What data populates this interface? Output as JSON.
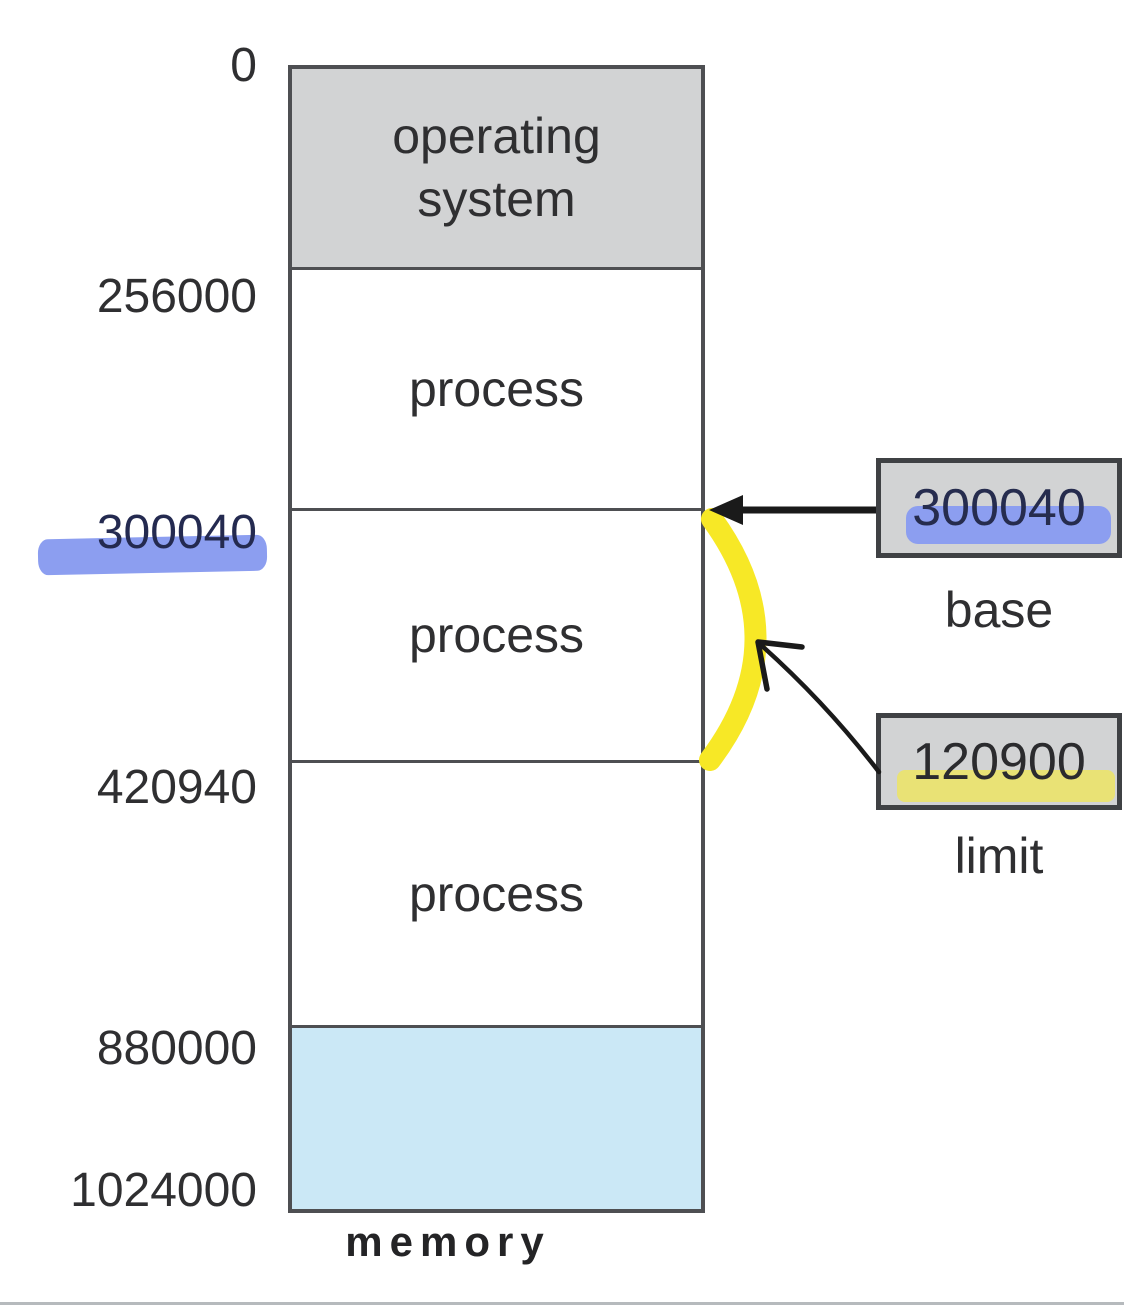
{
  "diagram": {
    "caption": "memory",
    "addresses": [
      {
        "text": "0",
        "highlighted": false
      },
      {
        "text": "256000",
        "highlighted": false
      },
      {
        "text": "300040",
        "highlighted": true
      },
      {
        "text": "420940",
        "highlighted": false
      },
      {
        "text": "880000",
        "highlighted": false
      },
      {
        "text": "1024000",
        "highlighted": false
      }
    ],
    "sections": [
      {
        "label": "operating system",
        "fill": "#d2d3d4"
      },
      {
        "label": "process",
        "fill": "#ffffff"
      },
      {
        "label": "process",
        "fill": "#ffffff"
      },
      {
        "label": "process",
        "fill": "#ffffff"
      },
      {
        "label": "",
        "fill": "#cbe8f6"
      }
    ],
    "registers": {
      "base": {
        "value": "300040",
        "label": "base",
        "highlight_color": "#8c9ef0"
      },
      "limit": {
        "value": "120900",
        "label": "limit",
        "highlight_color": "#e9e275"
      }
    },
    "colors": {
      "column_border": "#4e4f52",
      "box_border": "#3f4144",
      "gray_fill": "#d2d3d4",
      "free_section_blue": "#cbe8f6",
      "brace_yellow": "#f7e826",
      "marker_blue": "#8c9ef0",
      "marker_yellow": "#e9e275",
      "arrow_black": "#1a1a1a",
      "bottom_divider_gray": "#b6babd"
    }
  }
}
